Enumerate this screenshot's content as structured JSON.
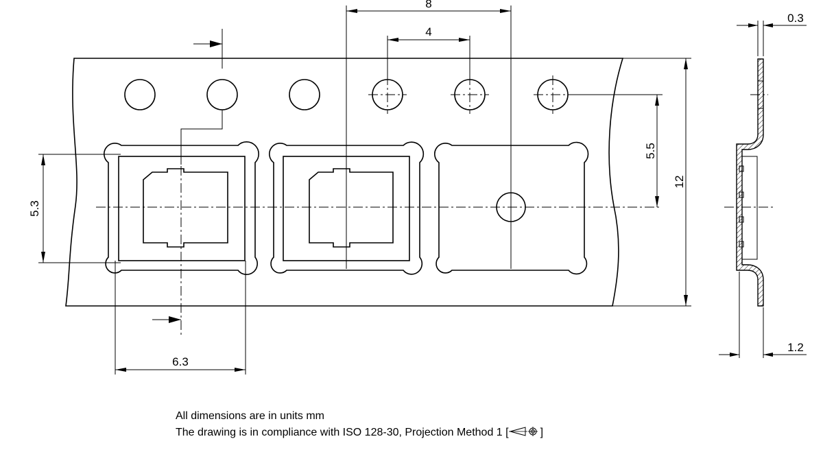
{
  "dimensions": {
    "pitch_outer": "8",
    "pitch_holes": "4",
    "sprocket_to_center": "5.5",
    "tape_width": "12",
    "pocket_height": "5.3",
    "pocket_width": "6.3",
    "tape_thickness": "0.3",
    "pocket_depth": "1.2"
  },
  "notes": {
    "line1": "All dimensions are in units mm",
    "line2_prefix": "The drawing is in compliance with ISO 128-30, Projection Method 1 [",
    "line2_suffix": "]"
  }
}
